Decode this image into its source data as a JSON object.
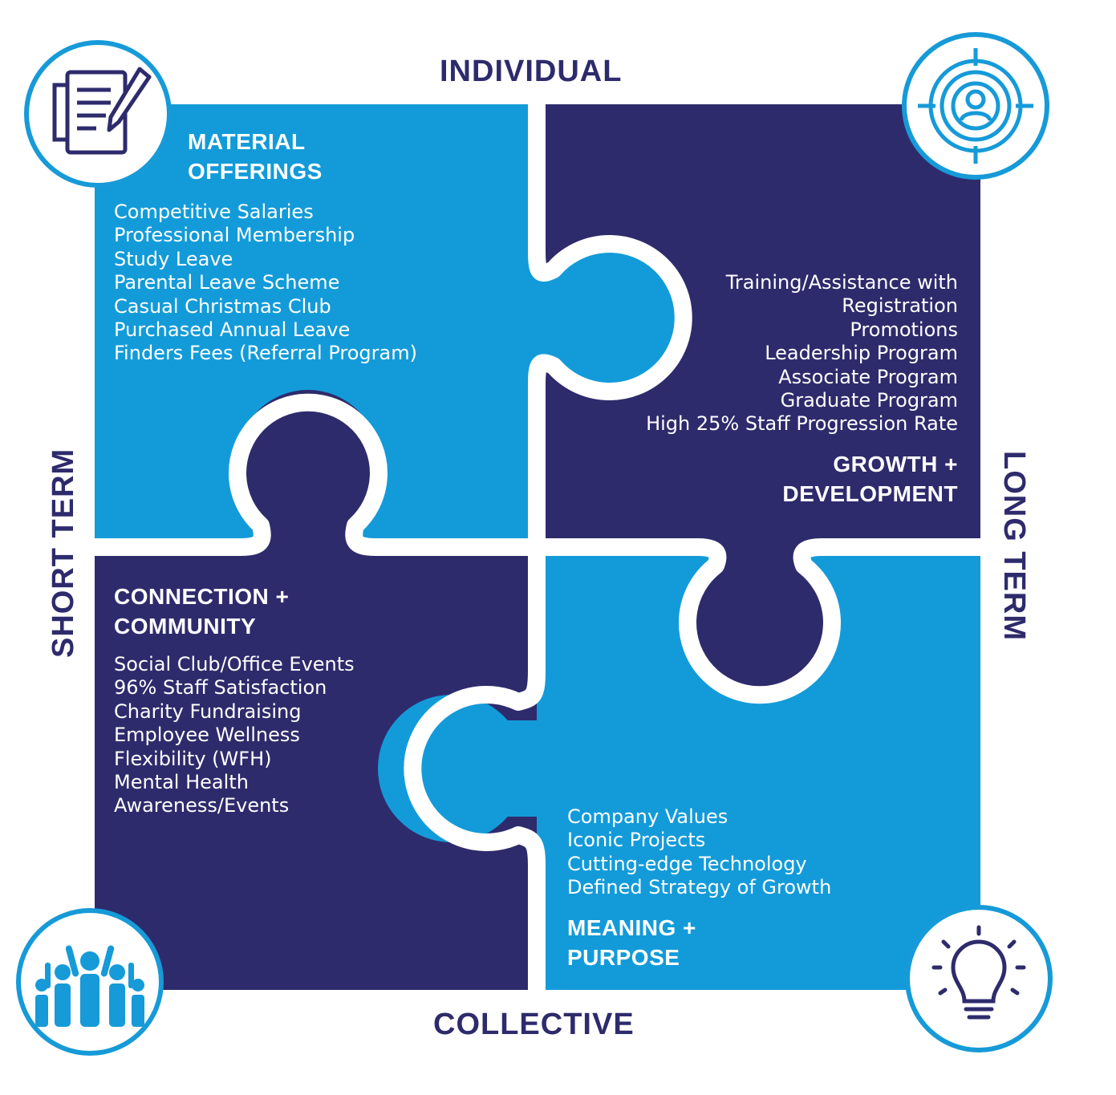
{
  "axes": {
    "top": "INDIVIDUAL",
    "bottom": "COLLECTIVE",
    "left": "SHORT TERM",
    "right": "LONG TERM"
  },
  "quadrants": {
    "material": {
      "title": [
        "MATERIAL",
        "OFFERINGS"
      ],
      "items": [
        "Competitive Salaries",
        "Professional Membership",
        "Study Leave",
        "Parental Leave Scheme",
        "Casual Christmas Club",
        "Purchased Annual Leave",
        "Finders Fees (Referral Program)"
      ]
    },
    "growth": {
      "title": [
        "GROWTH +",
        "DEVELOPMENT"
      ],
      "items": [
        "Training/Assistance with",
        "Registration",
        "Promotions",
        "Leadership Program",
        "Associate Program",
        "Graduate Program",
        "High 25% Staff Progression Rate"
      ]
    },
    "connection": {
      "title": [
        "CONNECTION +",
        "COMMUNITY"
      ],
      "items": [
        "Social Club/Office Events",
        "96% Staff Satisfaction",
        "Charity Fundraising",
        "Employee Wellness",
        "Flexibility (WFH)",
        "Mental Health",
        "Awareness/Events"
      ]
    },
    "meaning": {
      "title": [
        "MEANING +",
        "PURPOSE"
      ],
      "items": [
        "Company Values",
        "Iconic Projects",
        "Cutting-edge Technology",
        "Defined Strategy of Growth"
      ]
    }
  },
  "icons": {
    "top_left": "document-pen-icon",
    "top_right": "target-person-icon",
    "bottom_left": "team-cheering-icon",
    "bottom_right": "lightbulb-icon"
  },
  "colors": {
    "light_blue": "#139bd9",
    "dark_navy": "#2e2b6c",
    "ring": "#169ad8"
  }
}
